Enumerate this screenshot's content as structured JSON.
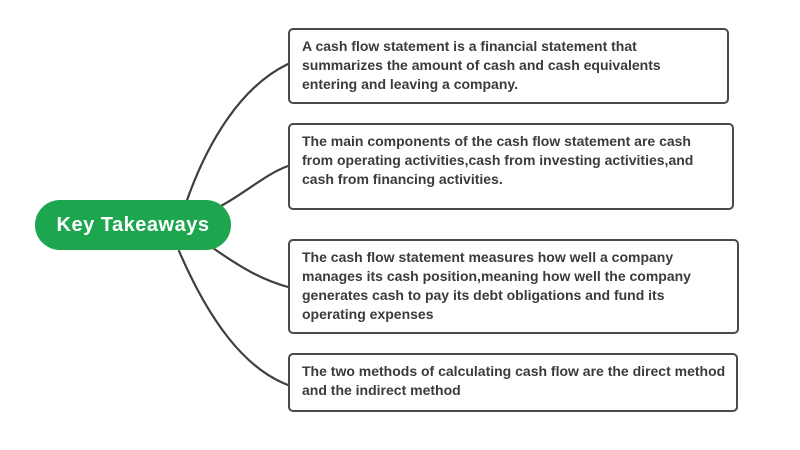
{
  "mindmap": {
    "root": {
      "label": "Key Takeaways"
    },
    "branches": [
      {
        "text": "A cash flow statement is a financial statement that summarizes the amount of cash and cash equivalents entering and leaving a company."
      },
      {
        "text": "The main components of the cash flow statement are cash from operating activities,cash from investing activities,and cash from financing activities."
      },
      {
        "text": "The cash flow statement measures how well a company manages its cash position,meaning how well the company generates cash to pay its debt obligations and fund its operating expenses"
      },
      {
        "text": "The two methods of calculating cash flow are the direct method and the indirect method"
      }
    ],
    "colors": {
      "root_background": "#1ea64e",
      "root_text": "#ffffff",
      "box_border": "#4a4a4a",
      "box_text": "#3b3b3b",
      "connector_line": "#3f3f3f",
      "canvas_background": "#ffffff"
    }
  }
}
